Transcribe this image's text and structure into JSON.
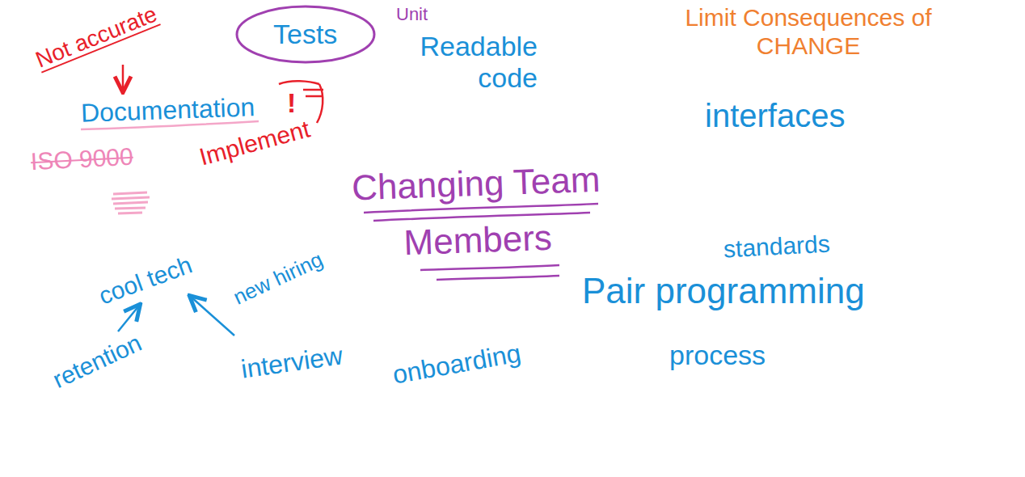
{
  "diagram": {
    "title": "Changing Team Members",
    "nodes": [
      {
        "text": [
          "Tests"
        ]
      }
    ],
    "labels": [
      "Not accurate",
      "Unit",
      "Readable code",
      "Limit Consequences of CHANGE",
      "interfaces",
      "Documentation",
      "!",
      "Implement",
      "ISO 9000",
      "standards",
      "Pair programming",
      "cool tech",
      "new hiring",
      "retention",
      "interview",
      "onboarding",
      "process"
    ]
  }
}
